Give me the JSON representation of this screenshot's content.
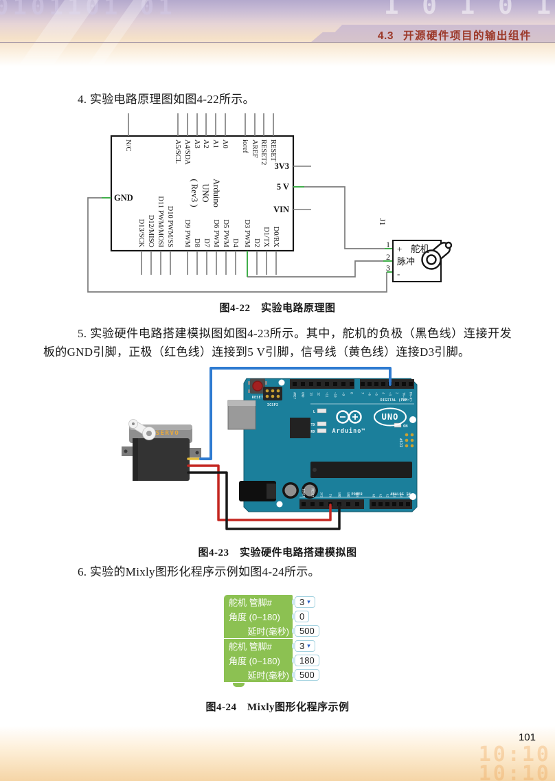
{
  "header": {
    "section_number": "4.3",
    "section_title": "开源硬件项目的输出组件",
    "bg_digits_left": "0101101 01",
    "bg_digits_right": "1 0 1 0 1"
  },
  "paragraphs": {
    "p4": "4. 实验电路原理图如图4-22所示。",
    "p5": "5. 实验硬件电路搭建模拟图如图4-23所示。其中，舵机的负极（黑色线）连接开发板的GND引脚，正极（红色线）连接到5 V引脚，信号线（黄色线）连接D3引脚。",
    "p6": "6. 实验的Mixly图形化程序示例如图4-24所示。"
  },
  "figure22": {
    "caption": "图4-22　实验电路原理图",
    "chip_name_lines": [
      "Arduino",
      "UNO",
      "( Rev3 )"
    ],
    "top_pins": [
      "N/C",
      "A5/SCL",
      "A4/SDA",
      "A3",
      "A2",
      "A1",
      "A0",
      "ioref",
      "AREF",
      "RESET2",
      "RESET"
    ],
    "bottom_pins": [
      "D13/SCK",
      "D12/MISO",
      "D11 PWM/MOSI",
      "D10 PWM/SS",
      "D9 PWM",
      "D8",
      "D7",
      "D6 PWM",
      "D5 PWM",
      "D4",
      "D3 PWM",
      "D2",
      "D1/TX",
      "D0/RX"
    ],
    "right_pins": [
      "3V3",
      "5 V",
      "VIN"
    ],
    "left_pin": "GND",
    "connector": {
      "ref": "J1",
      "title": "舵机",
      "pin_numbers": [
        "1",
        "2",
        "3"
      ],
      "pin_labels": [
        "+",
        "脉冲",
        "-"
      ]
    },
    "colors": {
      "wire": "#7b7b7b",
      "net": "#3fae49",
      "outline": "#151515"
    }
  },
  "figure23": {
    "caption": "图4-23　实验硬件电路搭建模拟图",
    "servo_label": "SERVO",
    "board": {
      "color": "#1b7f9b",
      "reset_label": "RESET",
      "icsp2_label": "ICSP2",
      "digital_label": "DIGITAL (PWM~)",
      "led_l": "L",
      "led_tx": "TX",
      "led_rx": "RX",
      "brand": "Arduino™",
      "model": "UNO",
      "on_label": "ON",
      "icsp_label": "ICSP",
      "power_label": "POWER",
      "analog_label": "ANALOG IN",
      "digital_pins_left": [
        "AREF",
        "GND",
        "13",
        "12",
        "~11",
        "~10",
        "~9",
        "8"
      ],
      "digital_pins_right": [
        "7",
        "~6",
        "~5",
        "4",
        "~3",
        "2",
        "TX→1",
        "RX←0"
      ],
      "power_pins": [
        "IOREF",
        "RESET",
        "3V3",
        "5V",
        "GND",
        "GND",
        "VIN"
      ],
      "analog_pins": [
        "A0",
        "A1",
        "A2",
        "A3",
        "A4",
        "A5"
      ]
    },
    "wires": {
      "signal": "#2e7bd1",
      "power": "#c42620",
      "ground": "#191919",
      "servo_stub": "#e5bd3a"
    }
  },
  "figure24": {
    "caption": "图4-24　Mixly图形化程序示例",
    "block_color": "#8cc152",
    "dropdown_caret": "▾",
    "blocks": [
      {
        "rows": [
          {
            "label": "舵机 管脚#",
            "value": "3",
            "dropdown": true
          },
          {
            "label": "角度 (0~180)",
            "value": "0",
            "dropdown": false
          },
          {
            "label": "延时(毫秒)",
            "value": "500",
            "dropdown": false
          }
        ]
      },
      {
        "rows": [
          {
            "label": "舵机 管脚#",
            "value": "3",
            "dropdown": true
          },
          {
            "label": "角度 (0~180)",
            "value": "180",
            "dropdown": false
          },
          {
            "label": "延时(毫秒)",
            "value": "500",
            "dropdown": false
          }
        ]
      }
    ]
  },
  "footer": {
    "page_number": "101",
    "bg_digits": "10:10\n10:10"
  }
}
